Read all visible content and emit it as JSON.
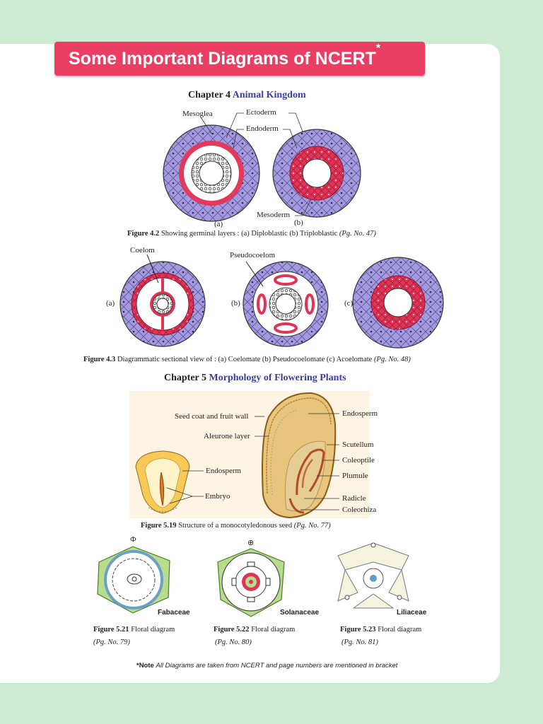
{
  "banner": {
    "title": "Some Important Diagrams of NCERT",
    "star": "*"
  },
  "chapter4": {
    "prefix": "Chapter 4",
    "name": "Animal Kingdom",
    "fig42": {
      "labels": {
        "mesoglea": "Mesoglea",
        "ectoderm": "Ectoderm",
        "endoderm": "Endoderm",
        "mesoderm": "Mesoderm",
        "a": "(a)",
        "b": "(b)"
      },
      "caption_num": "Figure 4.2",
      "caption_text": "Showing germinal layers : (a) Diploblastic  (b) Triploblastic",
      "caption_page": "(Pg. No. 47)"
    },
    "fig43": {
      "labels": {
        "coelom": "Coelom",
        "pseudocoelom": "Pseudocoelom",
        "a": "(a)",
        "b": "(b)",
        "c": "(c)"
      },
      "caption_num": "Figure 4.3",
      "caption_text": "Diagrammatic sectional view of : (a) Coelomate (b) Pseudocoelomate (c) Acoelomate",
      "caption_page": "(Pg. No. 48)"
    }
  },
  "chapter5": {
    "prefix": "Chapter 5",
    "name": "Morphology of Flowering Plants",
    "fig519": {
      "labels": {
        "seed_coat": "Seed coat and fruit wall",
        "aleurone": "Aleurone layer",
        "endosperm_right": "Endosperm",
        "scutellum": "Scutellum",
        "coleoptile": "Coleoptile",
        "plumule": "Plumule",
        "radicle": "Radicle",
        "coleorhiza": "Coleorhiza",
        "endosperm_left": "Endosperm",
        "embryo": "Embryo"
      },
      "caption_num": "Figure 5.19",
      "caption_text": "Structure of a monocotyledonous seed",
      "caption_page": "(Pg. No. 77)"
    },
    "floral": [
      {
        "family": "Fabaceae",
        "fig": "Figure 5.21",
        "text": "Floral diagram",
        "page": "(Pg. No. 79)",
        "symbol": "Ф"
      },
      {
        "family": "Solanaceae",
        "fig": "Figure 5.22",
        "text": "Floral diagram",
        "page": "(Pg. No. 80)",
        "symbol": "⊕"
      },
      {
        "family": "Liliaceae",
        "fig": "Figure 5.23",
        "text": "Floral diagram",
        "page": "(Pg. No. 81)",
        "symbol": ""
      }
    ]
  },
  "note": {
    "label": "*Note",
    "text": "All Diagrams are taken from NCERT and page numbers are mentioned in bracket"
  },
  "colors": {
    "background": "#cdebd2",
    "banner": "#ea3f63",
    "chapter_blue": "#3a3ea0",
    "ectoderm_purple": "#9d92d6",
    "layer_red": "#e0345a"
  }
}
